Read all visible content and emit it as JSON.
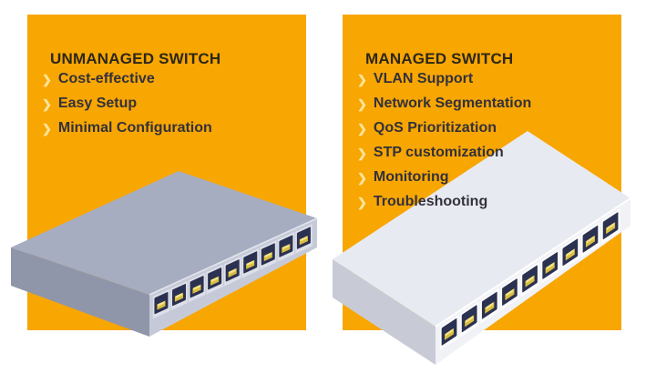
{
  "page": {
    "type": "comparison-infographic",
    "background": "#FFFFFF",
    "panel_background": "#F8A602"
  },
  "icons": {
    "bullet": "❯",
    "bullet_color": "#FFE49B"
  },
  "colors": {
    "title_text": "#2C2719",
    "item_text": "#33313B",
    "port_dark": "#2B3150",
    "port_contact_gold": "#D9BE42",
    "unmanaged_switch_top": "#A7ADC0",
    "unmanaged_switch_side": "#9096A9",
    "unmanaged_switch_front": "#C6CAD8",
    "managed_switch_top": "#E8EAF1",
    "managed_switch_side": "#C8CBD6",
    "managed_switch_front": "#F1F2F6"
  },
  "panels": [
    {
      "id": "unmanaged",
      "title": "UNMANAGED SWITCH",
      "items": [
        "Cost-effective",
        "Easy Setup",
        "Minimal Configuration"
      ],
      "illustration": "gray-9-port-ethernet-switch",
      "port_count": 9
    },
    {
      "id": "managed",
      "title": "MANAGED SWITCH",
      "items": [
        "VLAN Support",
        "Network Segmentation",
        "QoS Prioritization",
        "STP customization",
        "Monitoring",
        "Troubleshooting"
      ],
      "illustration": "white-9-port-ethernet-switch",
      "port_count": 9
    }
  ]
}
